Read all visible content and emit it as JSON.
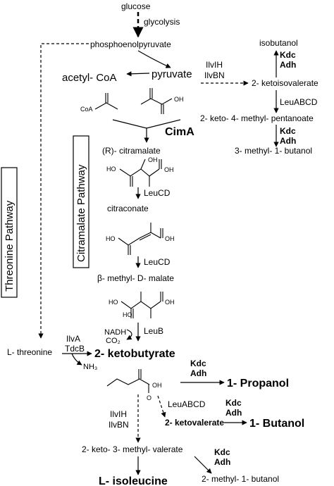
{
  "labels": {
    "glucose": "glucose",
    "glycolysis": "glycolysis",
    "pep": "phosphoenolpyruvate",
    "acetyl_coa": "acetyl- CoA",
    "pyruvate": "pyruvate",
    "ilvih_1": "IlvIH",
    "ilvbn_1": "IlvBN",
    "isobutanol": "isobutanol",
    "kdc_1": "Kdc",
    "adh_1": "Adh",
    "ketoisovalerate": "2- ketoisovalerate",
    "leuabcd_1": "LeuABCD",
    "kmp": "2- keto- 4- methyl- pentanoate",
    "kdc_2": "Kdc",
    "adh_2": "Adh",
    "methylbutanol_3": "3- methyl- 1- butanol",
    "cima": "CimA",
    "citramalate": "(R)- citramalate",
    "leucd_1": "LeuCD",
    "citraconate": "citraconate",
    "leucd_2": "LeuCD",
    "methylmalate": "β- methyl- D- malate",
    "nadh": "NADH",
    "co2": "CO₂",
    "leub": "LeuB",
    "threonine": "L- threonine",
    "ilva": "IlvA",
    "tdcb": "TdcB",
    "nh3": "NH₃",
    "ketobutyrate": "2- ketobutyrate",
    "kdc_3": "Kdc",
    "adh_3": "Adh",
    "propanol": "1- Propanol",
    "leuabcd_2": "LeuABCD",
    "ketovalerate": "2- ketovalerate",
    "kdc_4": "Kdc",
    "adh_4": "Adh",
    "butanol": "1- Butanol",
    "ilvih_2": "IlvIH",
    "ilvbn_2": "IlvBN",
    "kmv": "2- keto- 3- methyl- valerate",
    "kdc_5": "Kdc",
    "adh_5": "Adh",
    "methylbutanol_2": "2- methyl- 1- butanol",
    "isoleucine": "L- isoleucine",
    "citramalate_pathway": "Citramalate Pathway",
    "threonine_pathway": "Threonine Pathway"
  },
  "structures": {
    "coa": "CoA",
    "oh": "OH",
    "ho": "HO",
    "o": "O",
    "h": "H"
  }
}
